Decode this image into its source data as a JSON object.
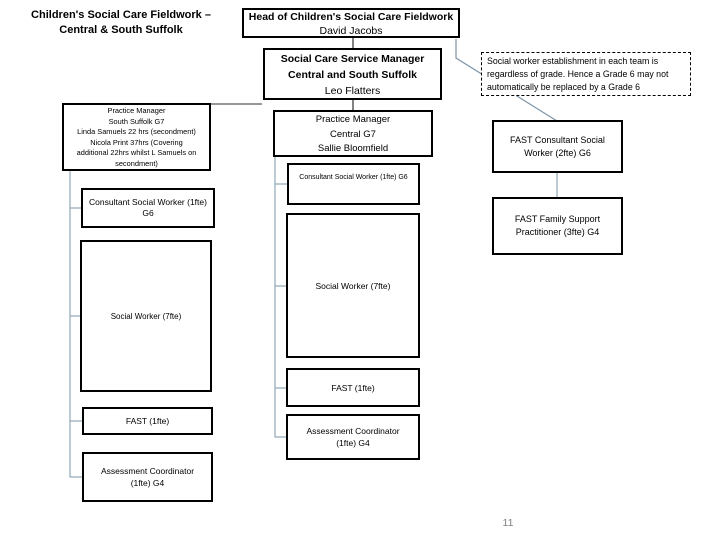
{
  "slide": {
    "title_lines": [
      "Children's Social Care Fieldwork –",
      "Central & South Suffolk"
    ],
    "page_number": "11"
  },
  "org": {
    "head": {
      "title": "Head of Children's Social Care Fieldwork",
      "person": "David Jacobs"
    },
    "service_manager": {
      "title_lines": [
        "Social Care Service Manager",
        "Central and South Suffolk"
      ],
      "person": "Leo Flatters"
    },
    "note_lines": [
      "Social worker establishment in each team is",
      "regardless  of grade.  Hence a Grade 6 may not",
      "automatically be replaced by a Grade 6"
    ],
    "pm_south": {
      "lines": [
        "Practice Manager",
        "South Suffolk G7",
        "Linda Samuels  22 hrs (secondment)",
        "Nicola Print 37hrs (Covering",
        "additional 22hrs whilst L Samuels on",
        "secondment)"
      ]
    },
    "pm_central": {
      "lines": [
        "Practice Manager",
        "Central G7",
        "Sallie Bloomfield"
      ]
    },
    "south_team": {
      "consultant_lines": [
        "Consultant Social Worker (1fte)",
        "G6"
      ],
      "social_worker": "Social Worker (7fte)",
      "fast": "FAST (1fte)",
      "assessment_lines": [
        "Assessment Coordinator",
        "(1fte) G4"
      ]
    },
    "central_team": {
      "consultant": "Consultant Social Worker (1fte) G6",
      "social_worker": "Social Worker (7fte)",
      "fast": "FAST (1fte)",
      "assessment_lines": [
        "Assessment Coordinator",
        "(1fte) G4"
      ]
    },
    "fast_team": {
      "consultant_lines": [
        "FAST Consultant Social",
        "Worker (2fte) G6"
      ],
      "family_support_lines": [
        "FAST Family Support",
        "Practitioner (3fte) G4"
      ]
    }
  },
  "colors": {
    "box_border": "#000000",
    "connector_dark": "#595959",
    "connector_light": "#8fa6b8",
    "page_number": "#7f7f7f"
  }
}
